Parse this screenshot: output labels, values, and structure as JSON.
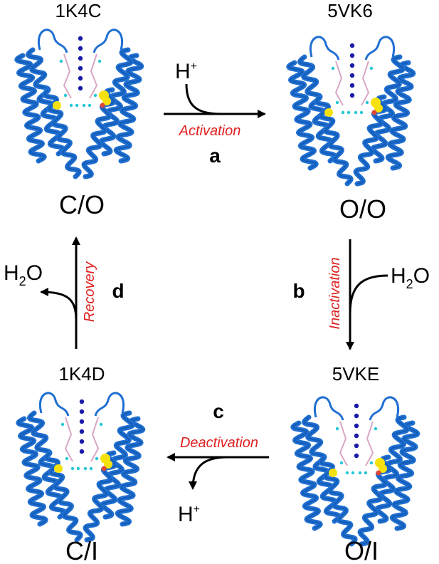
{
  "structures": [
    {
      "pdb_id": "1K4C",
      "state": "C/O"
    },
    {
      "pdb_id": "5VK6",
      "state": "O/O"
    },
    {
      "pdb_id": "5VKE",
      "state": "O/I"
    },
    {
      "pdb_id": "1K4D",
      "state": "C/I"
    }
  ],
  "steps": [
    {
      "letter": "a",
      "process": "Activation",
      "species": "H",
      "charge": "+"
    },
    {
      "letter": "b",
      "process": "Inactivation",
      "species_main": "H",
      "species_sub": "2",
      "species_tail": "O"
    },
    {
      "letter": "c",
      "process": "Deactivation",
      "species": "H",
      "charge": "+"
    },
    {
      "letter": "d",
      "process": "Recovery",
      "species_main": "H",
      "species_sub": "2",
      "species_tail": "O"
    }
  ],
  "colors": {
    "helix": "#1f6fd1",
    "helix_dark": "#0a4a9e",
    "helix_light": "#cfe0f5",
    "potassium_ion": "#1a1aa8",
    "water": "#22c8d6",
    "residue_highlight": "#f5e20c",
    "oxygen": "#e0453a",
    "process_label": "#e02020"
  }
}
